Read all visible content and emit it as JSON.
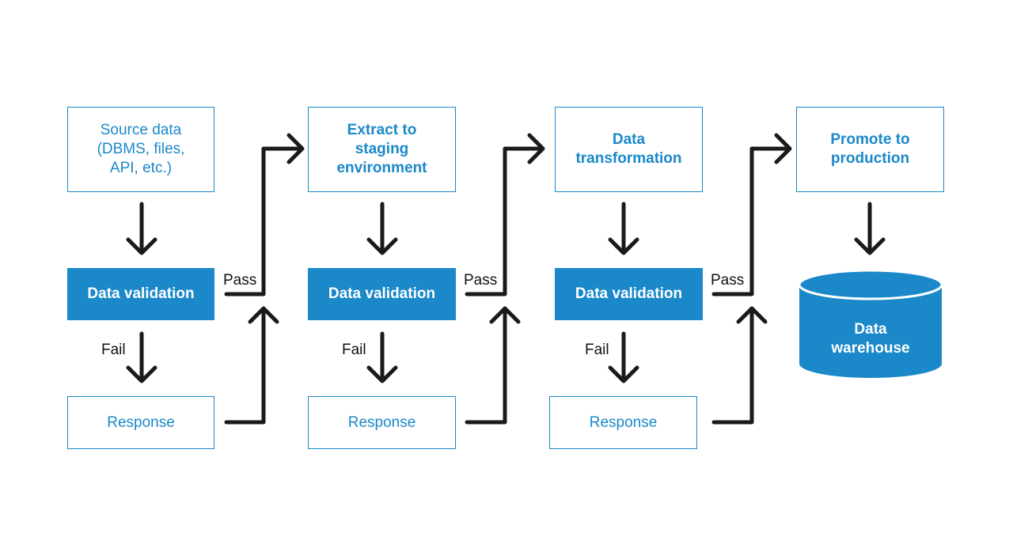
{
  "stages": [
    {
      "label": "Source data\n(DBMS, files,\nAPI, etc.)"
    },
    {
      "label": "Extract to\nstaging\nenvironment"
    },
    {
      "label": "Data\ntransformation"
    },
    {
      "label": "Promote to\nproduction"
    }
  ],
  "validations": [
    {
      "label": "Data validation"
    },
    {
      "label": "Data validation"
    },
    {
      "label": "Data validation"
    }
  ],
  "responses": [
    {
      "label": "Response"
    },
    {
      "label": "Response"
    },
    {
      "label": "Response"
    }
  ],
  "edge_labels": {
    "pass": "Pass",
    "fail": "Fail"
  },
  "warehouse": {
    "label": "Data\nwarehouse"
  },
  "colors": {
    "accent": "#1a88c9",
    "arrow": "#1a1a1a"
  }
}
